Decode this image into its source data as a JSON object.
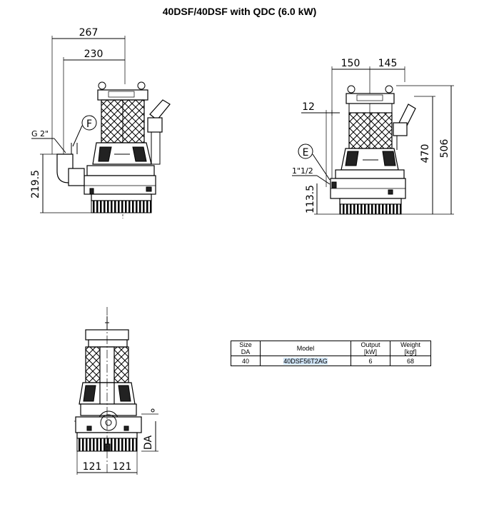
{
  "title": "40DSF/40DSF with QDC (6.0 kW)",
  "labels": {
    "d267": "267",
    "d230": "230",
    "d150": "150",
    "d145": "145",
    "d12": "12",
    "d470": "470",
    "d506": "506",
    "d2195": "219.5",
    "d1135": "113.5",
    "d121a": "121",
    "d121b": "121",
    "dDA": "DA",
    "thread_g": "G 2\"",
    "thread_r": "1\"1/2",
    "tagF": "F",
    "tagE": "E"
  },
  "table": {
    "h_size": "Size",
    "h_da": "DA",
    "h_model": "Model",
    "h_output": "Output",
    "h_kw": "[kW]",
    "h_weight": "Weight",
    "h_kgf": "[kgf]",
    "size": "40",
    "model": "40DSF56T2AG",
    "output": "6",
    "weight": "68"
  }
}
